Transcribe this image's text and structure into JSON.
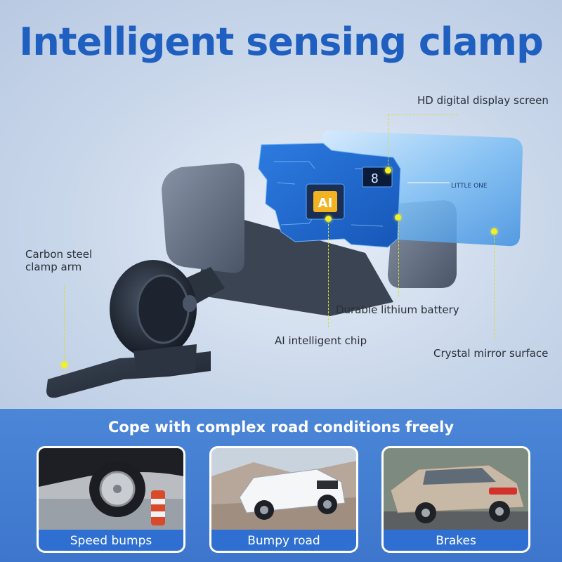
{
  "title": "Intelligent sensing clamp",
  "callouts": {
    "display": "HD digital display screen",
    "arm_line1": "Carbon steel",
    "arm_line2": "clamp arm",
    "battery": "Durable lithium battery",
    "chip": "AI intelligent chip",
    "mirror": "Crystal mirror surface"
  },
  "product": {
    "chip_text": "AI",
    "display_digits": "8",
    "brand_text": "LITTLE ONE"
  },
  "section": {
    "title": "Cope with complex road conditions freely",
    "cards": [
      {
        "label": "Speed bumps"
      },
      {
        "label": "Bumpy road"
      },
      {
        "label": "Brakes"
      }
    ]
  },
  "colors": {
    "title": "#1f5fc0",
    "accent_dot": "#f1f02a",
    "band": "#3f7ad0",
    "caption": "#2f6fd1"
  }
}
